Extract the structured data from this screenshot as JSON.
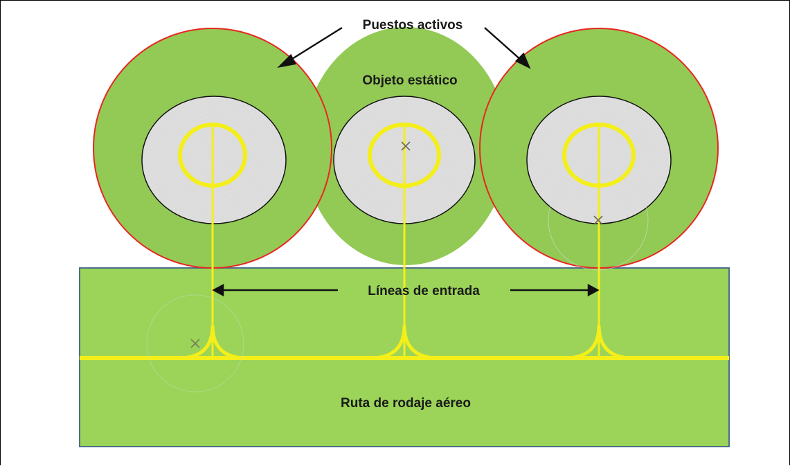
{
  "labels": {
    "active_stands": "Puestos activos",
    "static_object": "Objeto estático",
    "lead_in_lines": "Líneas de entrada",
    "taxiway": "Ruta de rodaje aéreo"
  },
  "colors": {
    "green": "#93c955",
    "taxiway_green": "#9bd458",
    "stand_border": "#e8261f",
    "taxiway_border": "#4c6f8b",
    "yellow": "#f4ef1a",
    "apron": "#e6e6e6"
  }
}
